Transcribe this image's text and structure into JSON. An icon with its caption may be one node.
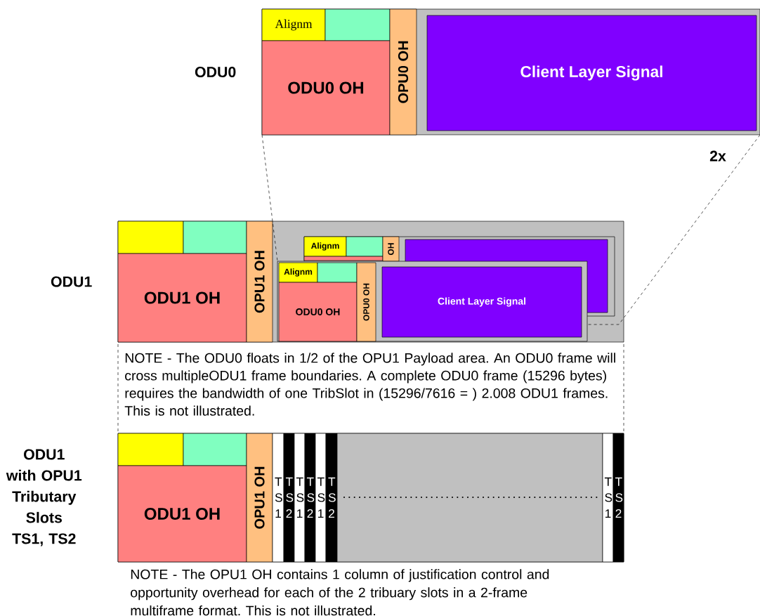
{
  "diagram": {
    "nodes": [
      {
        "text": [
          "ODU0"
        ]
      },
      {
        "text": [
          "Alignm"
        ],
        "in": 0
      },
      {
        "text": [],
        "shape": "box",
        "in": 0
      },
      {
        "text": [
          "ODU0 OH"
        ],
        "in": 0
      },
      {
        "text": [
          "OPU0 OH"
        ],
        "in": 0
      },
      {
        "text": [
          "Client Layer Signal"
        ],
        "in": 0
      },
      {
        "text": [
          "ODU1"
        ]
      },
      {
        "text": [],
        "shape": "box",
        "in": 6
      },
      {
        "text": [],
        "shape": "box",
        "in": 6
      },
      {
        "text": [
          "ODU1 OH"
        ],
        "in": 6
      },
      {
        "text": [
          "OPU1 OH"
        ],
        "in": 6
      },
      {
        "text": [],
        "shape": "box",
        "in": 6
      },
      {
        "text": [
          "Alignm"
        ],
        "in": 11
      },
      {
        "text": [],
        "shape": "box",
        "in": 11
      },
      {
        "text": [],
        "shape": "box",
        "in": 11
      },
      {
        "text": [
          "OH"
        ],
        "in": 11
      },
      {
        "text": [],
        "shape": "box",
        "in": 11
      },
      {
        "text": [],
        "shape": "box",
        "in": 6
      },
      {
        "text": [
          "Alignm"
        ],
        "in": 17
      },
      {
        "text": [],
        "shape": "box"
      },
      {
        "text": [
          "ODU0 OH"
        ],
        "in": 17
      },
      {
        "text": [
          "OPU0 OH"
        ],
        "in": 17
      },
      {
        "text": [
          "Client Layer Signal"
        ],
        "in": 17
      },
      {
        "text": [
          "ODU1 with OPU1 Tributary Slots TS1, TS2"
        ]
      },
      {
        "text": [],
        "shape": "box",
        "in": 23
      },
      {
        "text": [],
        "shape": "box",
        "in": 23
      },
      {
        "text": [
          "ODU1 OH"
        ],
        "in": 23
      },
      {
        "text": [
          "OPU1 OH"
        ],
        "in": 23
      },
      {
        "text": [
          "T S 1"
        ],
        "in": 23
      },
      {
        "text": [
          "T S 2"
        ],
        "in": 23
      },
      {
        "text": [
          "T S 1"
        ],
        "in": 23
      },
      {
        "text": [
          "T S 2"
        ],
        "in": 23
      },
      {
        "text": [
          "T S 1"
        ],
        "in": 23
      },
      {
        "text": [
          "T S 2"
        ],
        "in": 23
      },
      {
        "text": [],
        "shape": "box",
        "in": 23
      },
      {
        "text": [
          "T S 1"
        ],
        "in": 23
      },
      {
        "text": [
          "T S 2"
        ],
        "in": 23
      }
    ],
    "edges": [
      {
        "from": 0,
        "to": 17,
        "arrow": "none",
        "style": "dashed"
      },
      {
        "from": 0,
        "to": 17,
        "arrow": "none",
        "style": "dashed"
      }
    ],
    "labels": [
      "2x",
      "NOTE - The ODU0 floats in 1/2 of the OPU1 Payload area. An ODU0 frame will cross multipleODU1 frame boundaries. A complete ODU0 frame (15296 bytes) requires the bandwidth of one TribSlot in (15296/7616 = ) 2.008 ODU1 frames. This is not illustrated.",
      "NOTE - The OPU1 OH contains 1 column of justification control and opportunity overhead for each of the 2 tribuary slots in a 2-frame multiframe format. This is not illustrated."
    ]
  }
}
